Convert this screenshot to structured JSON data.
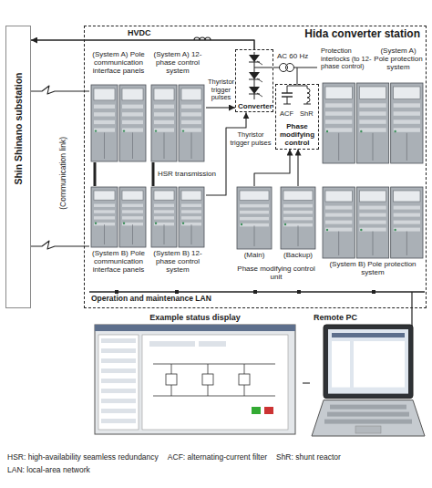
{
  "diagram": {
    "nodes": [
      {
        "text": [
          "Shin Shinano substation"
        ]
      },
      {
        "text": [
          "Hida converter station"
        ]
      },
      {
        "text": [
          "(System A) Pole communication interface panels"
        ],
        "in": 1
      },
      {
        "text": [
          "(System A) 12-phase control system"
        ],
        "in": 1
      },
      {
        "text": [
          "Converter"
        ],
        "in": 1
      },
      {
        "text": [
          "Phase modifying control"
        ],
        "in": 1
      },
      {
        "text": [
          "(System A) Pole protection system"
        ],
        "in": 1
      },
      {
        "text": [
          "(System B) Pole communication interface panels"
        ],
        "in": 1
      },
      {
        "text": [
          "(System B) 12-phase control system"
        ],
        "in": 1
      },
      {
        "text": [
          "(Main)"
        ],
        "in": 1
      },
      {
        "text": [
          "(Backup)"
        ],
        "in": 1
      },
      {
        "text": [
          "(System B) Pole protection system"
        ],
        "in": 1
      },
      {
        "text": [
          "Example status display"
        ]
      },
      {
        "text": [
          "Remote PC"
        ]
      }
    ],
    "edges": [
      {
        "from": 4,
        "to": 0,
        "arrow": "to",
        "label": "HVDC"
      },
      {
        "from": 0,
        "to": 2,
        "arrow": "none"
      },
      {
        "from": 0,
        "to": 7,
        "arrow": "none"
      },
      {
        "from": 3,
        "to": 4,
        "arrow": "to",
        "label": "Thyristor trigger pulses"
      },
      {
        "from": 8,
        "to": 4,
        "arrow": "to",
        "label": "Thyristor trigger pulses"
      },
      {
        "from": 9,
        "to": 5,
        "arrow": "to"
      },
      {
        "from": 10,
        "to": 5,
        "arrow": "to"
      },
      {
        "from": 2,
        "to": 7,
        "arrow": "none"
      },
      {
        "from": 3,
        "to": 8,
        "arrow": "none"
      },
      {
        "from": 13,
        "to": 12,
        "arrow": "none"
      }
    ],
    "labels": [
      "(Communication link)",
      "AC 60 Hz",
      "Protection interlocks (to 12-phase control)",
      "ACF",
      "ShR",
      "HSR transmission",
      "Phase modifying control unit",
      "Operation and maintenance LAN",
      "HSR: high-availability seamless redundancy",
      "ACF: alternating-current filter",
      "ShR: shunt reactor",
      "LAN: local-area network"
    ]
  }
}
